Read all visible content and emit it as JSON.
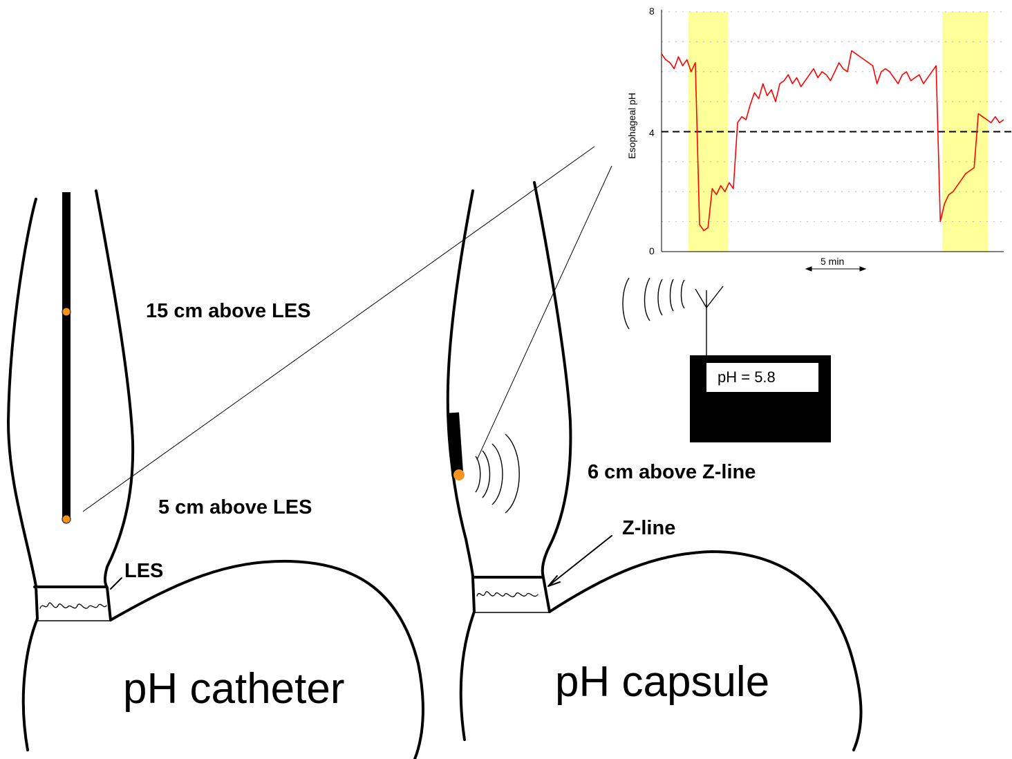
{
  "labels": {
    "cath_upper": "15 cm above LES",
    "cath_lower": "5 cm   above LES",
    "les": "LES",
    "capsule_pos": "6 cm   above Z-line",
    "zline": "Z-line",
    "title_catheter": "pH catheter",
    "title_capsule": "pH capsule",
    "receiver_readout": "pH = 5.8"
  },
  "colors": {
    "trace": "#ff0000",
    "reflux_shade": "#ffff99",
    "sensor": "#f7931e",
    "outline": "#000000"
  },
  "icons": [
    "antenna-icon",
    "radio-waves-icon",
    "ph-sensor-dot-icon"
  ],
  "chart_data": {
    "type": "line",
    "ylabel": "Esophageal pH",
    "xlabel": "",
    "ylim": [
      0,
      8
    ],
    "yticks": [
      "0",
      "4",
      "8"
    ],
    "scale_bar": "5 min",
    "threshold": 4,
    "grid": true,
    "series": [
      {
        "values": [
          6.6,
          6.4,
          6.3,
          6.1,
          6.5,
          6.2,
          6.4,
          6.0,
          6.3,
          0.9,
          0.7,
          0.8,
          2.1,
          1.9,
          2.2,
          2.0,
          2.3,
          2.1,
          4.3,
          4.5,
          4.4,
          4.9,
          5.3,
          5.1,
          5.6,
          5.2,
          5.4,
          5.0,
          5.6,
          5.7,
          5.9,
          5.6,
          5.8,
          5.5,
          5.7,
          5.9,
          6.1,
          5.8,
          6.0,
          5.9,
          5.7,
          6.0,
          6.3,
          6.1,
          6.0,
          6.7,
          6.6,
          6.5,
          6.4,
          6.3,
          6.2,
          5.6,
          6.0,
          6.1,
          6.0,
          5.8,
          5.6,
          5.9,
          6.0,
          5.7,
          5.8,
          5.9,
          5.6,
          5.8,
          6.0,
          6.2,
          1.0,
          1.6,
          1.9,
          2.0,
          2.2,
          2.4,
          2.6,
          2.7,
          2.8,
          4.6,
          4.5,
          4.4,
          4.3,
          4.5,
          4.3,
          4.4
        ]
      }
    ]
  }
}
